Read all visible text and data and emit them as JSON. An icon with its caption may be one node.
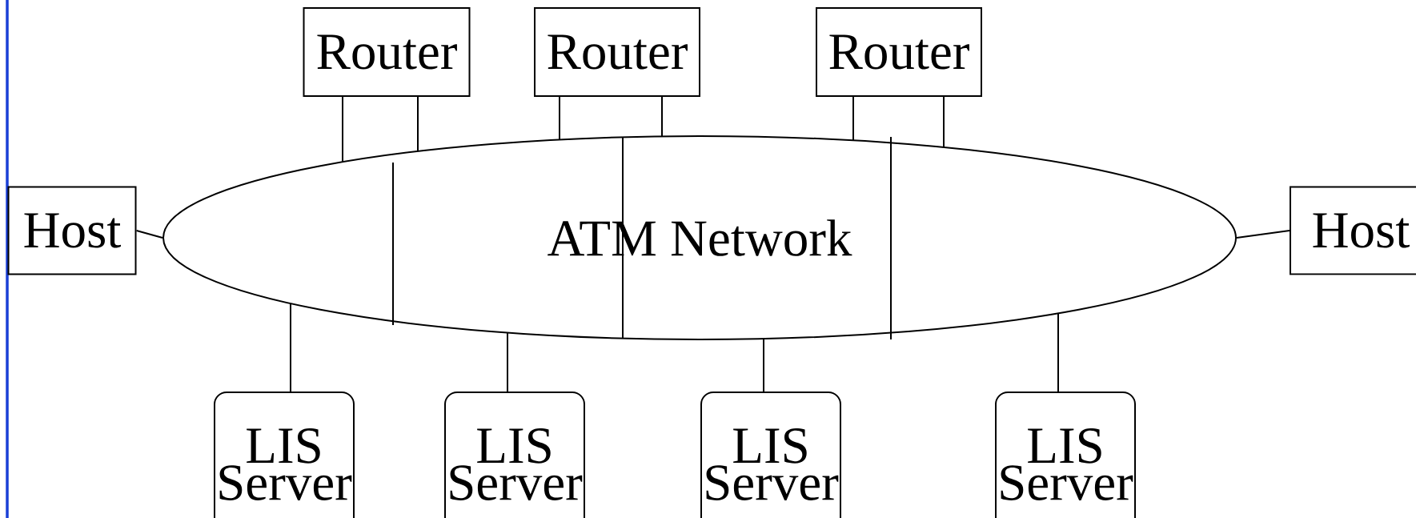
{
  "diagram": {
    "nodes": [
      {
        "text": [
          "Router"
        ]
      },
      {
        "text": [
          "Router"
        ]
      },
      {
        "text": [
          "Router"
        ]
      },
      {
        "text": [
          "Host"
        ]
      },
      {
        "text": [
          "ATM Network"
        ]
      },
      {
        "text": [
          "Host"
        ]
      },
      {
        "text": [
          "LIS Server"
        ]
      },
      {
        "text": [
          "LIS Server"
        ]
      },
      {
        "text": [
          "LIS Server"
        ]
      },
      {
        "text": [
          "LIS Server"
        ]
      }
    ],
    "edges": [
      {
        "from": 0,
        "to": 4,
        "arrow": "none"
      },
      {
        "from": 0,
        "to": 4,
        "arrow": "none"
      },
      {
        "from": 1,
        "to": 4,
        "arrow": "none"
      },
      {
        "from": 1,
        "to": 4,
        "arrow": "none"
      },
      {
        "from": 2,
        "to": 4,
        "arrow": "none"
      },
      {
        "from": 2,
        "to": 4,
        "arrow": "none"
      },
      {
        "from": 3,
        "to": 4,
        "arrow": "none"
      },
      {
        "from": 4,
        "to": 5,
        "arrow": "none"
      },
      {
        "from": 6,
        "to": 4,
        "arrow": "none"
      },
      {
        "from": 7,
        "to": 4,
        "arrow": "none"
      },
      {
        "from": 8,
        "to": 4,
        "arrow": "none"
      },
      {
        "from": 9,
        "to": 4,
        "arrow": "none"
      }
    ]
  }
}
